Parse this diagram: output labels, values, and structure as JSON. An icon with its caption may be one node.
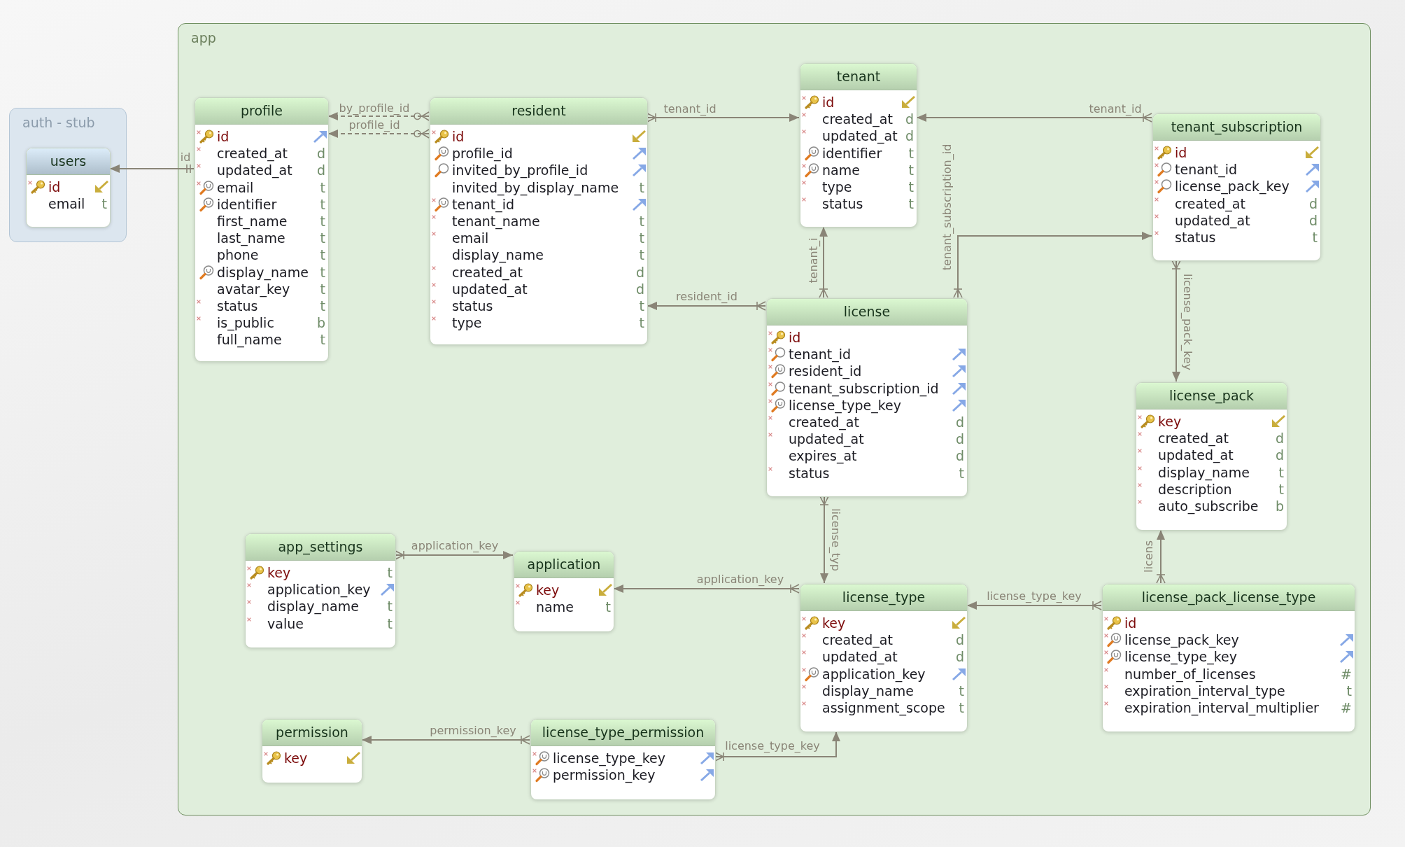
{
  "diagram": {
    "nodes": [
      {
        "text": [
          "auth - stub"
        ]
      },
      {
        "text": [
          "users",
          "id",
          "email",
          "t"
        ],
        "in": 0
      },
      {
        "text": [
          "app"
        ]
      },
      {
        "text": [
          "profile",
          "id",
          "created_at",
          "d",
          "updated_at",
          "d",
          "email",
          "t",
          "identifier",
          "t",
          "first_name",
          "t",
          "last_name",
          "t",
          "phone",
          "t",
          "display_name",
          "t",
          "avatar_key",
          "t",
          "status",
          "t",
          "is_public",
          "b",
          "full_name",
          "t"
        ],
        "in": 2
      },
      {
        "text": [
          "resident",
          "id",
          "profile_id",
          "invited_by_profile_id",
          "invited_by_display_name",
          "t",
          "tenant_id",
          "tenant_name",
          "t",
          "email",
          "t",
          "display_name",
          "t",
          "created_at",
          "d",
          "updated_at",
          "d",
          "status",
          "t",
          "type",
          "t"
        ],
        "in": 2
      },
      {
        "text": [
          "tenant",
          "id",
          "created_at",
          "d",
          "updated_at",
          "d",
          "identifier",
          "t",
          "name",
          "t",
          "type",
          "t",
          "status",
          "t"
        ],
        "in": 2
      },
      {
        "text": [
          "tenant_subscription",
          "id",
          "tenant_id",
          "license_pack_key",
          "created_at",
          "d",
          "updated_at",
          "d",
          "status",
          "t"
        ],
        "in": 2
      },
      {
        "text": [
          "license",
          "id",
          "tenant_id",
          "resident_id",
          "tenant_subscription_id",
          "license_type_key",
          "created_at",
          "d",
          "updated_at",
          "d",
          "expires_at",
          "d",
          "status",
          "t"
        ],
        "in": 2
      },
      {
        "text": [
          "license_pack",
          "key",
          "created_at",
          "d",
          "updated_at",
          "d",
          "display_name",
          "t",
          "description",
          "t",
          "auto_subscribe",
          "b"
        ],
        "in": 2
      },
      {
        "text": [
          "app_settings",
          "key",
          "t",
          "application_key",
          "display_name",
          "t",
          "value",
          "t"
        ],
        "in": 2
      },
      {
        "text": [
          "application",
          "key",
          "name",
          "t"
        ],
        "in": 2
      },
      {
        "text": [
          "license_type",
          "key",
          "created_at",
          "d",
          "updated_at",
          "d",
          "application_key",
          "display_name",
          "t",
          "assignment_scope",
          "t"
        ],
        "in": 2
      },
      {
        "text": [
          "license_pack_license_type",
          "id",
          "license_pack_key",
          "license_type_key",
          "number_of_licenses",
          "#",
          "expiration_interval_type",
          "t",
          "expiration_interval_multiplier",
          "#"
        ],
        "in": 2
      },
      {
        "text": [
          "permission",
          "key"
        ],
        "in": 2
      },
      {
        "text": [
          "license_type_permission",
          "license_type_key",
          "permission_key"
        ],
        "in": 2
      }
    ],
    "edges": [
      {
        "from": 3,
        "to": 1,
        "arrow": "to",
        "label": "id"
      },
      {
        "from": 4,
        "to": 3,
        "arrow": "to",
        "label": "by_profile_id",
        "style": "dashed"
      },
      {
        "from": 4,
        "to": 3,
        "arrow": "to",
        "label": "profile_id",
        "style": "dashed"
      },
      {
        "from": 4,
        "to": 5,
        "arrow": "to",
        "label": "tenant_id"
      },
      {
        "from": 6,
        "to": 5,
        "arrow": "to",
        "label": "tenant_id"
      },
      {
        "from": 7,
        "to": 5,
        "arrow": "to",
        "label": "tenant_i"
      },
      {
        "from": 7,
        "to": 4,
        "arrow": "to",
        "label": "resident_id"
      },
      {
        "from": 7,
        "to": 6,
        "arrow": "to",
        "label": "tenant_subscription_id"
      },
      {
        "from": 6,
        "to": 8,
        "arrow": "to",
        "label": "license_pack_key"
      },
      {
        "from": 7,
        "to": 11,
        "arrow": "to",
        "label": "license_typ"
      },
      {
        "from": 12,
        "to": 8,
        "arrow": "to",
        "label": "licens"
      },
      {
        "from": 12,
        "to": 11,
        "arrow": "to",
        "label": "license_type_key"
      },
      {
        "from": 11,
        "to": 10,
        "arrow": "to",
        "label": "application_key"
      },
      {
        "from": 9,
        "to": 10,
        "arrow": "to",
        "label": "application_key"
      },
      {
        "from": 14,
        "to": 13,
        "arrow": "to",
        "label": "permission_key"
      },
      {
        "from": 14,
        "to": 11,
        "arrow": "to",
        "label": "license_type_key"
      }
    ]
  }
}
